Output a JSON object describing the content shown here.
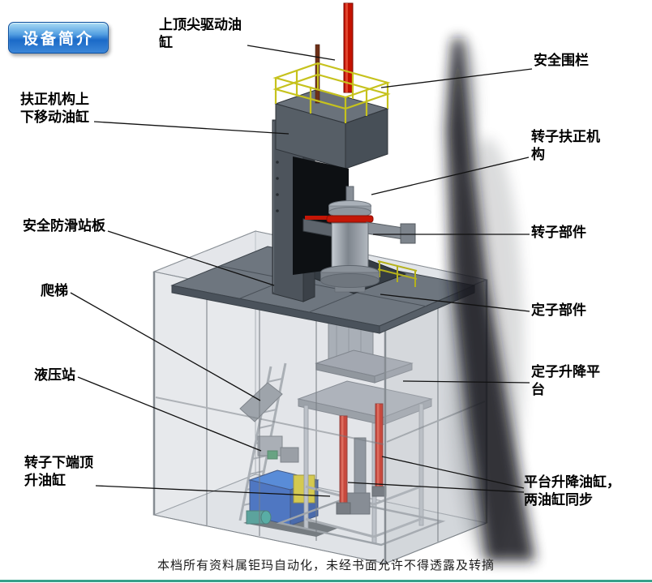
{
  "badge": {
    "label": "设备简介"
  },
  "callouts": [
    {
      "id": "top-drive-cylinder",
      "text": "上顶尖驱动油缸"
    },
    {
      "id": "safety-fence",
      "text": "安全围栏"
    },
    {
      "id": "centering-lift-cylinder",
      "text": "扶正机构上下移动油缸"
    },
    {
      "id": "rotor-centering-mechanism",
      "text": "转子扶正机构"
    },
    {
      "id": "anti-slip-platform",
      "text": "安全防滑站板"
    },
    {
      "id": "rotor-component",
      "text": "转子部件"
    },
    {
      "id": "ladder",
      "text": "爬梯"
    },
    {
      "id": "stator-component",
      "text": "定子部件"
    },
    {
      "id": "hydraulic-station",
      "text": "液压站"
    },
    {
      "id": "stator-lift-platform",
      "text": "定子升降平台"
    },
    {
      "id": "rotor-bottom-jack-cylinder",
      "text": "转子下端顶升油缸"
    },
    {
      "id": "platform-lift-cylinders",
      "text": "平台升降油缸，两油缸同步"
    }
  ],
  "footer": {
    "disclaimer": "本档所有资料属钜玛自动化，未经书面允许不得透露及转摘"
  },
  "colors": {
    "badge_blue": "#1b6ac8",
    "cylinder_red": "#c41200",
    "railing_yellow": "#c6c21d",
    "hydraulic_blue": "#1d52b8",
    "platform_gray": "#6e767f",
    "footer_line_teal": "#35a08a"
  }
}
